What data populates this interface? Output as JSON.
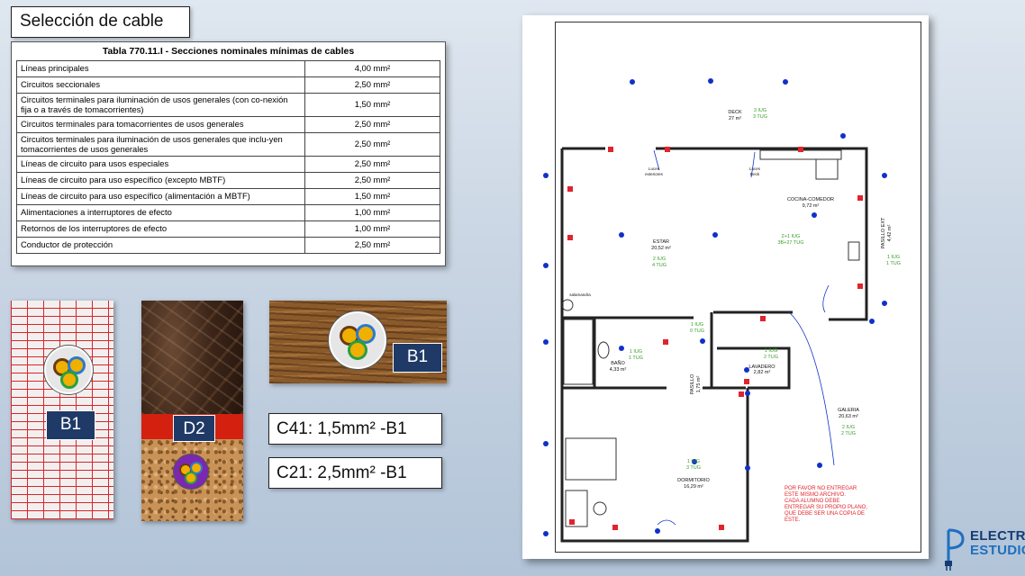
{
  "title": "Selección de cable",
  "table": {
    "caption": "Tabla 770.11.I - Secciones nominales mínimas de cables",
    "rows": [
      {
        "desc": "Líneas principales",
        "value": "4,00 mm²"
      },
      {
        "desc": "Circuitos seccionales",
        "value": "2,50 mm²"
      },
      {
        "desc": "Circuitos terminales para iluminación de usos generales (con co-nexión fija o a través de tomacorrientes)",
        "value": "1,50 mm²"
      },
      {
        "desc": "Circuitos terminales para tomacorrientes de usos generales",
        "value": "2,50 mm²"
      },
      {
        "desc": "Circuitos terminales para iluminación de usos generales que inclu-yen tomacorrientes de usos generales",
        "value": "2,50 mm²"
      },
      {
        "desc": "Líneas de circuito para usos especiales",
        "value": "2,50 mm²"
      },
      {
        "desc": "Líneas de circuito para uso específico (excepto MBTF)",
        "value": "2,50 mm²"
      },
      {
        "desc": "Líneas de circuito para uso específico (alimentación a MBTF)",
        "value": "1,50 mm²"
      },
      {
        "desc": "Alimentaciones a interruptores de efecto",
        "value": "1,00 mm²"
      },
      {
        "desc": "Retornos de los interruptores de efecto",
        "value": "1,00 mm²"
      },
      {
        "desc": "Conductor de protección",
        "value": "2,50 mm²"
      }
    ]
  },
  "installs": {
    "brick_badge": "B1",
    "marble_badge": "D2",
    "wood_badge": "B1"
  },
  "specs": {
    "c41": "C41: 1,5mm² -B1",
    "c21": "C21: 2,5mm² -B1"
  },
  "plan": {
    "rooms": [
      {
        "name": "DECK",
        "area": "27 m²",
        "circuits": "3 IUG\n3 TUG"
      },
      {
        "name": "COCINA-COMEDOR",
        "area": "9,72 m²",
        "circuits": "2+1 IUG\n3B+27 TUG"
      },
      {
        "name": "ESTAR",
        "area": "20,52 m²",
        "circuits": "2 IUG\n4 TUG"
      },
      {
        "name": "PASILLO EXT",
        "area": "4,42 m²",
        "circuits": "1 IUG\n1 TUG"
      },
      {
        "name": "BAÑO",
        "area": "4,33 m²",
        "circuits": "1 IUG\n1 TUG"
      },
      {
        "name": "PASILLO",
        "area": "1,75 m²",
        "circuits": "1 IUG\n0 TUG"
      },
      {
        "name": "LAVADERO",
        "area": "2,82 m²",
        "circuits": "1 IUG\n2 TUG"
      },
      {
        "name": "GALERIA",
        "area": "20,63 m²",
        "circuits": "2 IUG\n2 TUG"
      },
      {
        "name": "DORMITORIO",
        "area": "16,29 m²",
        "circuits": "1 IUG\n3 TUG"
      }
    ],
    "note": "POR FAVOR NO ENTREGAR\nESTE MISMO ARCHIVO.\nCADA ALUMNO DEBE\nENTREGAR SU PROPIO PLANO,\nQUE DEBE SER UNA COPIA DE\nESTE.",
    "labels": {
      "luces_exteriores": "Luces\nexteriores",
      "luces_deck": "Luces\nDeck",
      "salamandra": "salamandra"
    }
  },
  "logo": {
    "line1": "ELECTRO",
    "line2": "ESTUDIO"
  },
  "colors": {
    "badge": "#1f3a66",
    "plan_blue": "#1030c8",
    "plan_green": "#3aa02a",
    "plan_red": "#e0242c",
    "plan_magenta": "#d4208c"
  }
}
